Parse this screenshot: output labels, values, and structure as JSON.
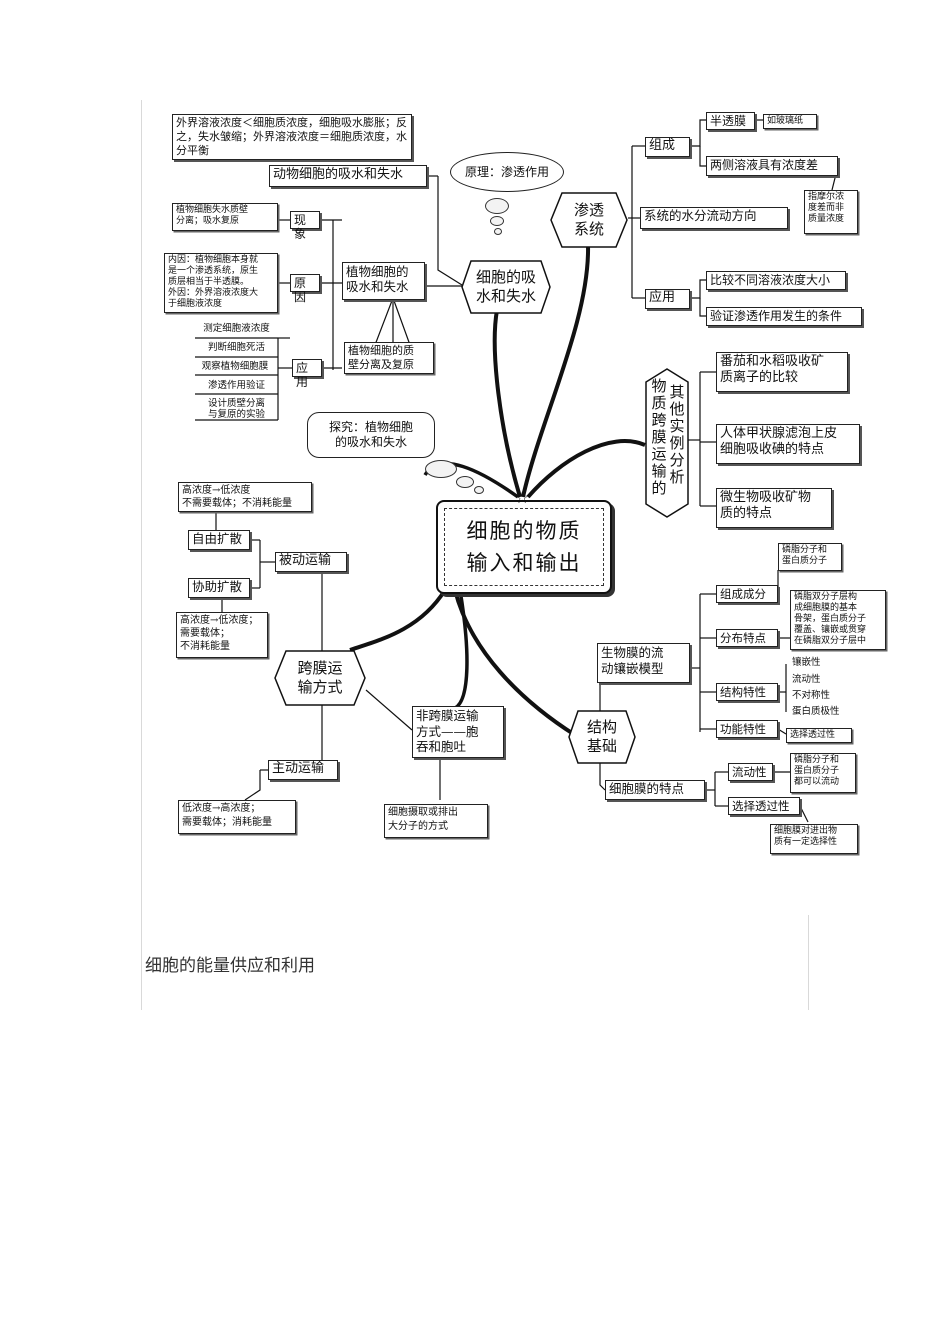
{
  "diagram": {
    "center": "细胞的物质\n输入和输出",
    "osmosis_principle": "原理：渗透作用",
    "explore_note": "探究：植物细胞\n的吸水和失水",
    "cell_water": {
      "hub": "细胞的吸\n水和失水",
      "animal": {
        "title": "动物细胞的吸水和失水",
        "note": "外界溶液浓度＜细胞质浓度，细胞吸水膨胀；反之，失水皱缩；外界溶液浓度＝细胞质浓度，水分平衡"
      },
      "plant": {
        "title": "植物细胞的\n吸水和失水",
        "bottom_note": "植物细胞的质\n壁分离及复原",
        "phenomenon": {
          "label": "现象",
          "note": "植物细胞失水质壁\n分离；吸水复原"
        },
        "cause": {
          "label": "原因",
          "note": "内因：植物细胞本身就\n是一个渗透系统，原生\n质层相当于半透膜。\n外因：外界溶液浓度大\n于细胞液浓度"
        },
        "application": {
          "label": "应用",
          "items": [
            "测定细胞液浓度",
            "判断细胞死活",
            "观察植物细胞膜",
            "渗透作用验证",
            "设计质壁分离\n与复原的实验"
          ]
        }
      }
    },
    "osmosis_system": {
      "hub": "渗透\n系统",
      "composition": {
        "label": "组成",
        "semipermeable": "半透膜",
        "semipermeable_note": "如玻璃纸",
        "conc_diff": "两侧溶液具有浓度差",
        "conc_diff_note": "指摩尔浓\n度差而非\n质量浓度"
      },
      "flow": "系统的水分流动方向",
      "application": {
        "label": "应用",
        "items": [
          "比较不同溶液浓度大小",
          "验证渗透作用发生的条件"
        ]
      }
    },
    "examples": {
      "hub": "物质跨膜运输的其他实例分析",
      "col1": "物\n质\n跨\n膜\n运\n输\n的",
      "col2": "其\n他\n实\n例\n分\n析",
      "items": [
        "番茄和水稻吸收矿\n质离子的比较",
        "人体甲状腺滤泡上皮\n细胞吸收碘的特点",
        "微生物吸收矿物\n质的特点"
      ]
    },
    "transport": {
      "hub": "跨膜运\n输方式",
      "passive": {
        "label": "被动运输",
        "free": "自由扩散",
        "free_note": "高浓度→低浓度\n不需要载体；不消耗能量",
        "facilitated": "协助扩散",
        "facilitated_note": "高浓度→低浓度；\n需要载体；\n不消耗能量"
      },
      "active": {
        "label": "主动运输",
        "note": "低浓度→高浓度；\n需要载体；消耗能量"
      },
      "non_membrane": {
        "label": "非跨膜运输\n方式——胞\n吞和胞吐",
        "note": "细胞摄取或排出\n大分子的方式"
      }
    },
    "structure": {
      "hub": "结构\n基础",
      "model": {
        "label": "生物膜的流\n动镶嵌模型",
        "composition": "组成成分",
        "composition_note": "磷脂分子和\n蛋白质分子",
        "distribution": "分布特点",
        "distribution_note": "磷脂双分子层构\n成细胞膜的基本\n骨架，蛋白质分子\n覆盖、镶嵌或贯穿\n在磷脂双分子层中",
        "structural": "结构特性",
        "structural_items": [
          "镶嵌性",
          "流动性",
          "不对称性",
          "蛋白质极性"
        ],
        "functional": "功能特性",
        "functional_note": "选择透过性"
      },
      "membrane": {
        "label": "细胞膜的特点",
        "fluidity": "流动性",
        "fluidity_note": "磷脂分子和\n蛋白质分子\n都可以流动",
        "selective": "选择透过性",
        "selective_note": "细胞膜对进出物\n质有一定选择性"
      }
    }
  },
  "caption": "细胞的能量供应和利用"
}
